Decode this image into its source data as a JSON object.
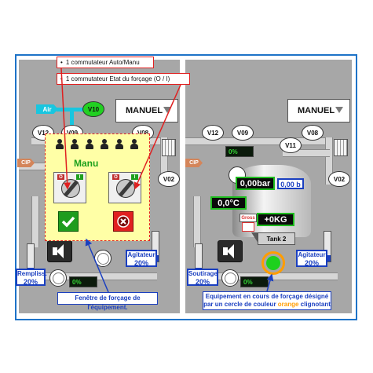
{
  "annotations": {
    "line1": "1 commutateur Auto/Manu",
    "line2": "1 commutateur Etat du forçage (O / I)",
    "force_window": "Fenêtre de forçage de l'équipement.",
    "blink_part1": "Equipement en cours de forçage désigné par un cercle de couleur ",
    "blink_orange": "orange",
    "blink_part2": " clignotant"
  },
  "left": {
    "air": "Air",
    "cip": "CIP",
    "mode": "MANUEL",
    "valves": {
      "v10": "V10",
      "v12": "V12",
      "v09": "V09",
      "v08": "V08",
      "v02": "V02"
    },
    "gauge_bottom": "0%",
    "remplissage_label": "Rempliss.",
    "remplissage_value": "20%",
    "agitateur_label": "Agitateur",
    "agitateur_value": "20%"
  },
  "popup": {
    "title": "Manu",
    "switch_off": "O",
    "switch_on": "I"
  },
  "right": {
    "mode": "MANUEL",
    "valves": {
      "v12": "V12",
      "v09": "V09",
      "v08": "V08",
      "v11": "V11",
      "v02": "V02"
    },
    "cip": "CIP",
    "gauge_top": "0%",
    "pressure": "0,00bar",
    "pressure_b": "0,00 b",
    "temperature": "0,0°C",
    "weight": "+0KG",
    "gross": "Gross",
    "tank_name": "Tank 2",
    "agitateur_label": "Agitateur",
    "agitateur_value": "20%",
    "soutirage_label": "Soutirage",
    "soutirage_value": "20%",
    "gauge_bottom": "0%"
  },
  "colors": {
    "frame": "#1e73c8",
    "panel": "#a7a7a7",
    "valve_active": "#22d022",
    "air": "#19c6df",
    "popup_bg": "#ffffa6",
    "callout_red": "#e02020",
    "callout_blue": "#1a3fc0",
    "blink": "#ff9d00"
  },
  "level_fills": {
    "rempliss": 0.2,
    "agitateur_left": 0.2,
    "agitateur_right": 0.2,
    "soutirage": 0.2
  }
}
